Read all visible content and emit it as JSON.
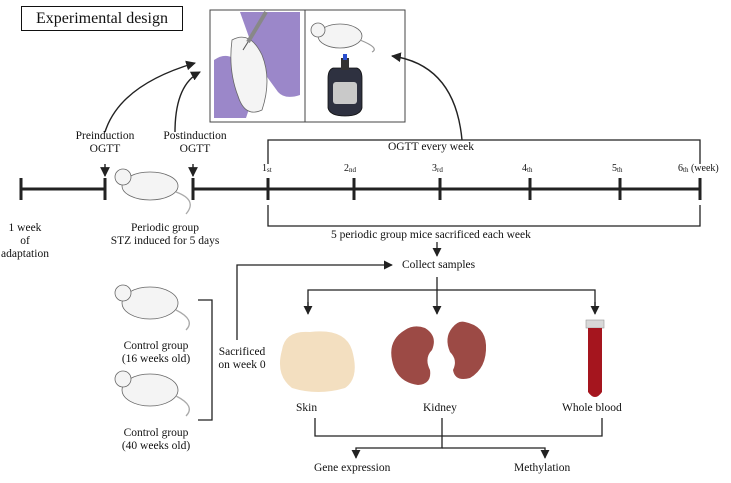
{
  "title": "Experimental design",
  "timeline": {
    "adaptation": [
      "1 week",
      "of",
      "adaptation"
    ],
    "preinduction": [
      "Preinduction",
      "OGTT"
    ],
    "postinduction": [
      "Postinduction",
      "OGTT"
    ],
    "periodic_group": [
      "Periodic group",
      "STZ induced for 5 days"
    ],
    "ogtt_weekly": "OGTT every week",
    "weeks": [
      {
        "num": "1",
        "suf": "st"
      },
      {
        "num": "2",
        "suf": "nd"
      },
      {
        "num": "3",
        "suf": "rd"
      },
      {
        "num": "4",
        "suf": "th"
      },
      {
        "num": "5",
        "suf": "th"
      },
      {
        "num": "6",
        "suf": "th"
      }
    ],
    "week_unit": "(week)",
    "sacrifice_note": "5 periodic group mice sacrificed each week"
  },
  "sampling": {
    "collect": "Collect samples",
    "control_16": [
      "Control group",
      "(16 weeks old)"
    ],
    "control_40": [
      "Control group",
      "(40 weeks old)"
    ],
    "sacrificed": [
      "Sacrificed",
      "on week 0"
    ],
    "skin": "Skin",
    "kidney": "Kidney",
    "blood": "Whole blood",
    "gene_expression": "Gene expression",
    "methylation": "Methylation"
  },
  "colors": {
    "glove": "#9b87c9",
    "skin_tissue": "#f3dfc0",
    "kidney": "#9c4a45",
    "blood": "#a5151e",
    "line": "#222222"
  }
}
